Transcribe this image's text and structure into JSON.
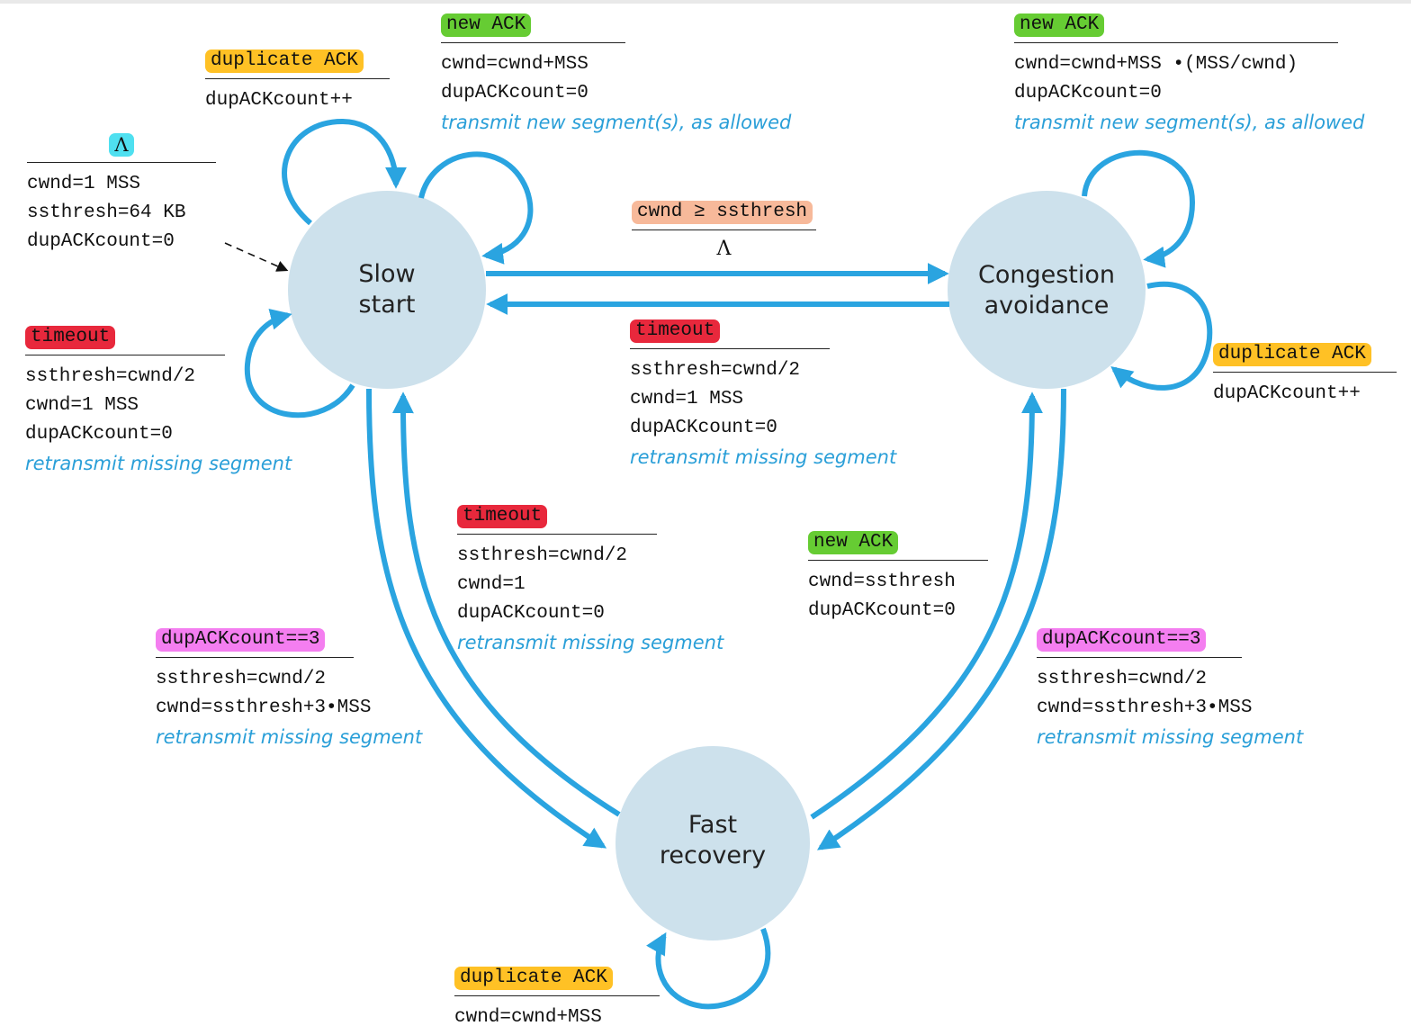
{
  "states": {
    "slow_start": {
      "line1": "Slow",
      "line2": "start"
    },
    "congestion_avoidance": {
      "line1": "Congestion",
      "line2": "avoidance"
    },
    "fast_recovery": {
      "line1": "Fast",
      "line2": "recovery"
    }
  },
  "colors": {
    "state_fill": "#cde1ec",
    "arrow": "#2aa4e0",
    "new_ack": "#66cc33",
    "duplicate_ack": "#ffc125",
    "timeout": "#e8283c",
    "dupackcount_eq_3": "#f47ef0",
    "cwnd_ge_ssthresh": "#f7b99a",
    "lambda": "#4fe0f0",
    "action_italic": "#2a9fd8"
  },
  "transitions": {
    "init": {
      "trigger": "Λ",
      "actions": [
        "cwnd=1 MSS",
        "ssthresh=64 KB",
        "dupACKcount=0"
      ]
    },
    "ss_dup": {
      "trigger": "duplicate ACK",
      "actions": [
        "dupACKcount++"
      ]
    },
    "ss_new": {
      "trigger": "new ACK",
      "actions": [
        "cwnd=cwnd+MSS",
        "dupACKcount=0"
      ],
      "note": "transmit new segment(s), as allowed"
    },
    "ss_timeout": {
      "trigger": "timeout",
      "actions": [
        "ssthresh=cwnd/2",
        "cwnd=1 MSS",
        "dupACKcount=0"
      ],
      "note": "retransmit missing segment"
    },
    "ss_to_ca": {
      "trigger": "cwnd ≥ ssthresh",
      "action": "Λ"
    },
    "ca_to_ss": {
      "trigger": "timeout",
      "actions": [
        "ssthresh=cwnd/2",
        "cwnd=1 MSS",
        "dupACKcount=0"
      ],
      "note": "retransmit missing segment"
    },
    "ca_new": {
      "trigger": "new ACK",
      "actions": [
        "cwnd=cwnd+MSS •(MSS/cwnd)",
        "dupACKcount=0"
      ],
      "note": "transmit new segment(s), as allowed"
    },
    "ca_dup": {
      "trigger": "duplicate ACK",
      "actions": [
        "dupACKcount++"
      ]
    },
    "fr_to_ss": {
      "trigger": "timeout",
      "actions": [
        "ssthresh=cwnd/2",
        "cwnd=1",
        "dupACKcount=0"
      ],
      "note": "retransmit missing segment"
    },
    "ss_to_fr": {
      "trigger": "dupACKcount==3",
      "actions": [
        "ssthresh=cwnd/2",
        "cwnd=ssthresh+3•MSS"
      ],
      "note": "retransmit missing segment"
    },
    "fr_to_ca": {
      "trigger": "new ACK",
      "actions": [
        "cwnd=ssthresh",
        "dupACKcount=0"
      ]
    },
    "ca_to_fr": {
      "trigger": "dupACKcount==3",
      "actions": [
        "ssthresh=cwnd/2",
        "cwnd=ssthresh+3•MSS"
      ],
      "note": "retransmit missing segment"
    },
    "fr_dup": {
      "trigger": "duplicate ACK",
      "actions": [
        "cwnd=cwnd+MSS"
      ]
    }
  }
}
